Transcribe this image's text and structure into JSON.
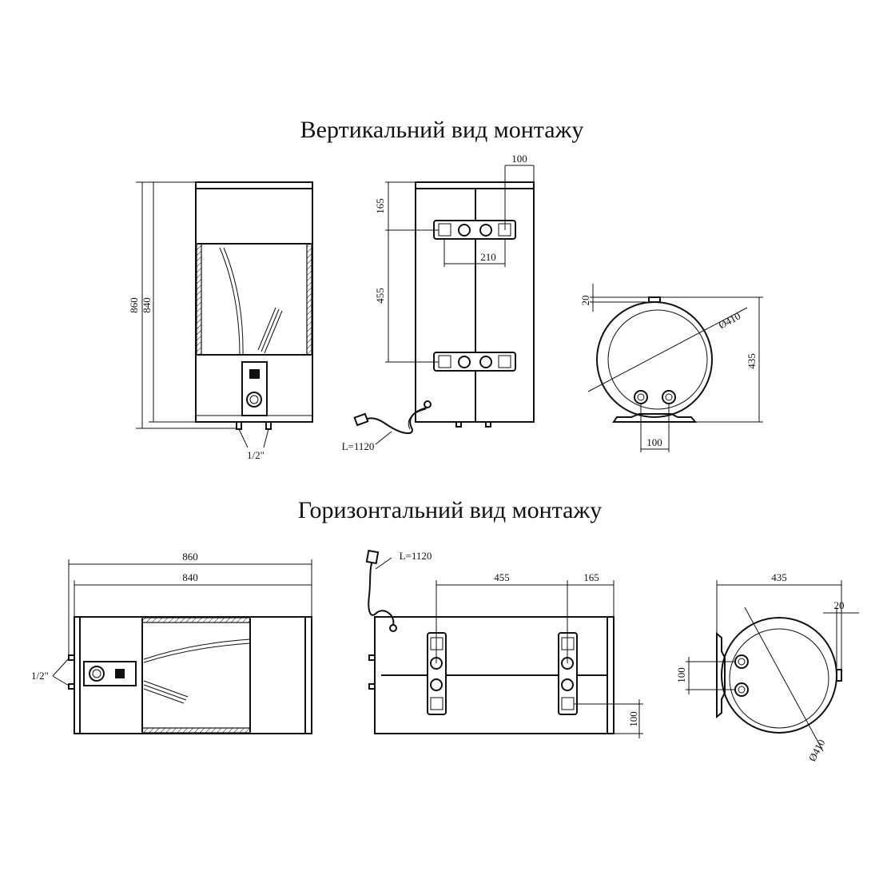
{
  "titles": {
    "vertical": "Вертикальний вид монтажу",
    "horizontal": "Горизонтальний вид монтажу"
  },
  "vertical": {
    "front": {
      "height_total": "860",
      "height_body": "840",
      "thread": "1/2\""
    },
    "back": {
      "top_offset": "165",
      "bracket_spacing": "455",
      "bracket_width": "210",
      "side_offset": "100",
      "cable": "L=1120"
    },
    "side": {
      "top_gap": "20",
      "diameter": "Ø410",
      "depth": "435",
      "pipe_spacing": "100"
    }
  },
  "horizontal": {
    "front": {
      "length_total": "860",
      "length_body": "840",
      "thread": "1/2\""
    },
    "back": {
      "cable": "L=1120",
      "bracket_spacing": "455",
      "side_offset": "165",
      "bottom_offset": "100"
    },
    "side": {
      "depth": "435",
      "side_gap": "20",
      "pipe_spacing": "100",
      "diameter": "Ø410"
    }
  }
}
